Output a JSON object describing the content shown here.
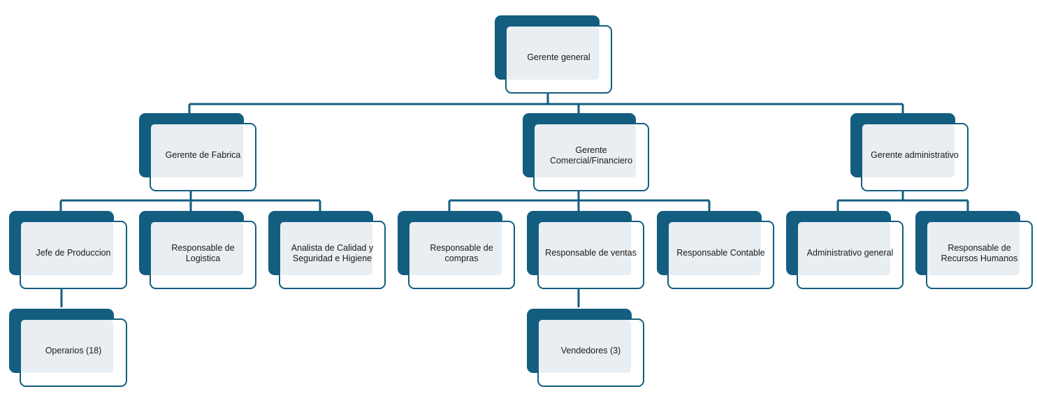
{
  "colors": {
    "shade": "#135e80",
    "fill": "#e8eef2",
    "connector": "#135e80"
  },
  "org": {
    "ceo": "Gerente general",
    "fabrica": "Gerente de Fabrica",
    "comercial": "Gerente\nComercial/Financiero",
    "administrativo": "Gerente administrativo",
    "jefe_produccion": "Jefe de Produccion",
    "logistica": "Responsable de\nLogistica",
    "calidad": "Analista de Calidad y\nSeguridad e Higiene",
    "compras": "Responsable de\ncompras",
    "ventas": "Responsable de ventas",
    "contable": "Responsable Contable",
    "admin_general": "Administrativo general",
    "rrhh": "Responsable de\nRecursos Humanos",
    "operarios": "Operarios (18)",
    "vendedores": "Vendedores (3)"
  }
}
